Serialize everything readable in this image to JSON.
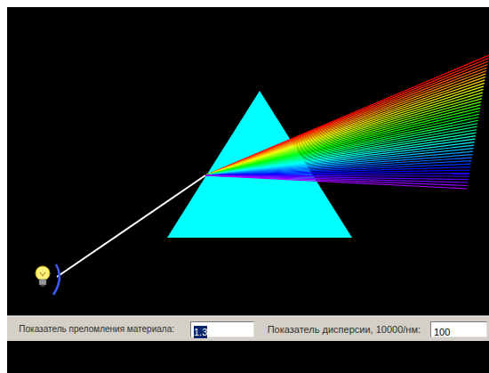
{
  "diagram": {
    "nodes": [
      {
        "text": [
          "Показатель преломления материала:",
          "1.3"
        ]
      },
      {
        "text": [
          "Показатель дисперсии, 10000/нм:",
          "100"
        ]
      }
    ]
  }
}
